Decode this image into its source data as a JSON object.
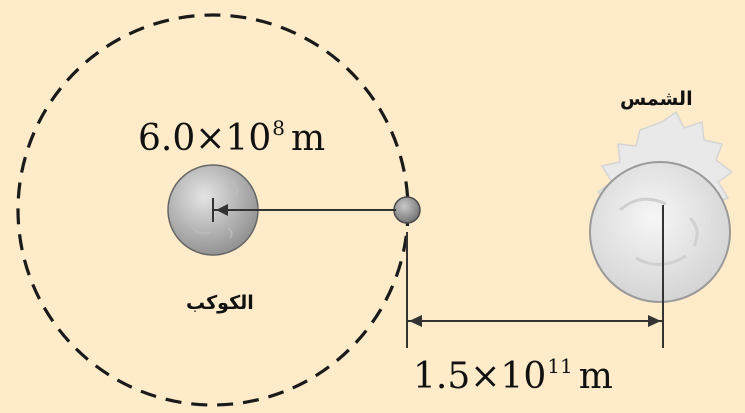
{
  "labels": {
    "sun": "الشمس",
    "planet": "الكوكب",
    "orbit_radius": {
      "mantissa": "6.0",
      "times": "×10",
      "exponent": "8",
      "unit": "m"
    },
    "sun_distance": {
      "mantissa": "1.5",
      "times": "×10",
      "exponent": "11",
      "unit": "m"
    }
  },
  "colors": {
    "background": "#fdebc9",
    "orbit": "#1a1a1a",
    "line": "#333333",
    "planet_fill": "#a8a8a8",
    "sun_fill": "#e6e6e6"
  }
}
